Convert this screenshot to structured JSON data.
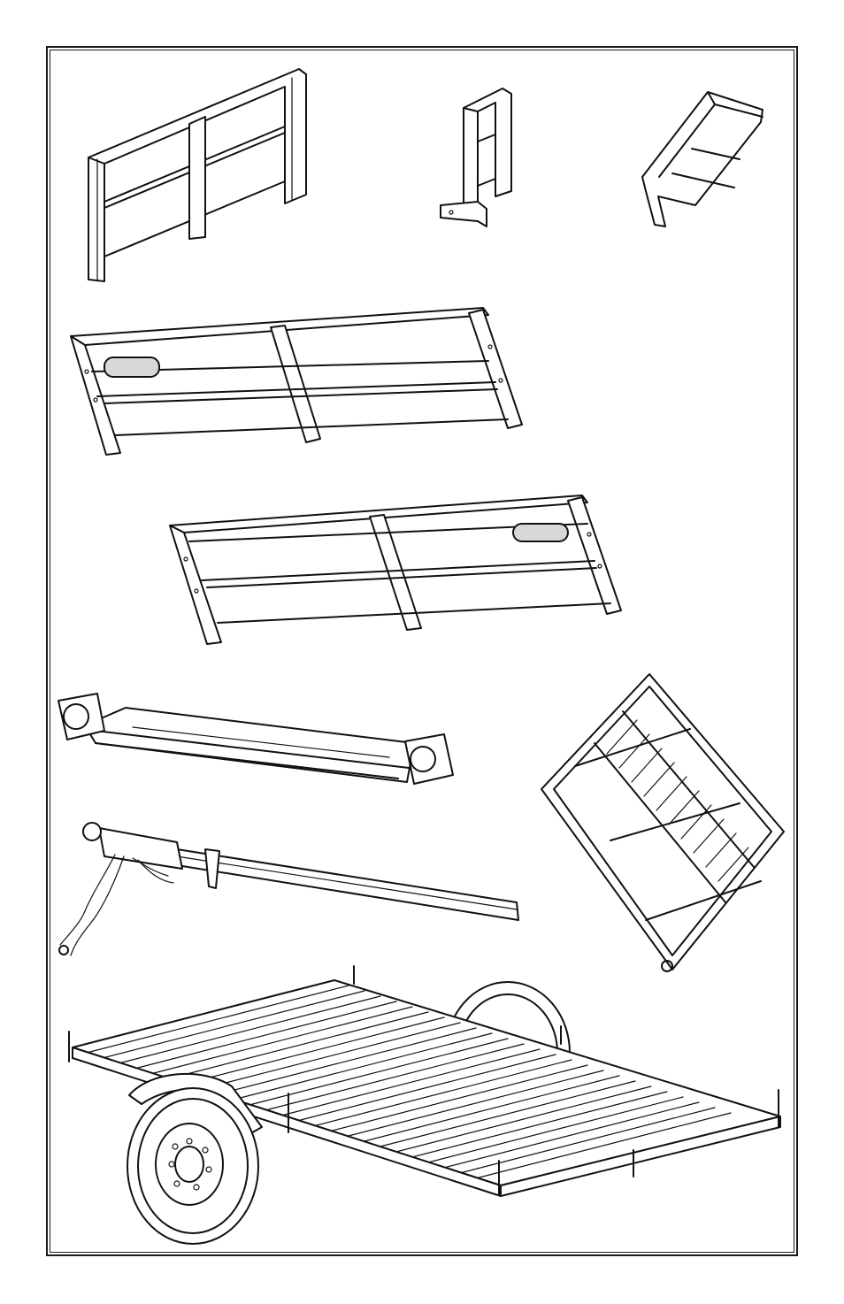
{
  "figure": {
    "parts": [
      {
        "id": "front-gate"
      },
      {
        "id": "gate-latch-bracket"
      },
      {
        "id": "corner-bracket"
      },
      {
        "id": "left-side-rail"
      },
      {
        "id": "right-side-rail"
      },
      {
        "id": "rear-light-bar"
      },
      {
        "id": "tilt-ramp-gate"
      },
      {
        "id": "tongue-coupler-assembly"
      },
      {
        "id": "trailer-deck-frame"
      }
    ]
  },
  "colors": {
    "line": "#111111",
    "background": "#ffffff"
  }
}
